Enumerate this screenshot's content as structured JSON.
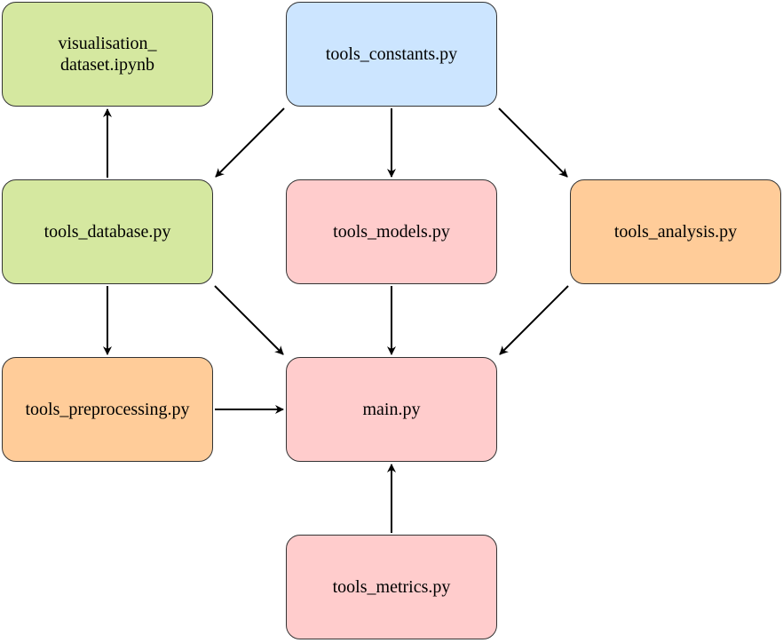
{
  "nodes": [
    {
      "id": "visualisation",
      "label": "visualisation_\ndataset.ipynb",
      "color": "#d5e8a0"
    },
    {
      "id": "constants",
      "label": "tools_constants.py",
      "color": "#cce5ff"
    },
    {
      "id": "database",
      "label": "tools_database.py",
      "color": "#d5e8a0"
    },
    {
      "id": "models",
      "label": "tools_models.py",
      "color": "#ffcccc"
    },
    {
      "id": "analysis",
      "label": "tools_analysis.py",
      "color": "#ffcc99"
    },
    {
      "id": "preprocessing",
      "label": "tools_preprocessing.py",
      "color": "#ffcc99"
    },
    {
      "id": "main",
      "label": "main.py",
      "color": "#ffcccc"
    },
    {
      "id": "metrics",
      "label": "tools_metrics.py",
      "color": "#ffcccc"
    }
  ],
  "edges": [
    {
      "from": "constants",
      "to": "database"
    },
    {
      "from": "constants",
      "to": "models"
    },
    {
      "from": "constants",
      "to": "analysis"
    },
    {
      "from": "database",
      "to": "visualisation"
    },
    {
      "from": "database",
      "to": "preprocessing"
    },
    {
      "from": "database",
      "to": "main"
    },
    {
      "from": "models",
      "to": "main"
    },
    {
      "from": "analysis",
      "to": "main"
    },
    {
      "from": "preprocessing",
      "to": "main"
    },
    {
      "from": "metrics",
      "to": "main"
    }
  ]
}
